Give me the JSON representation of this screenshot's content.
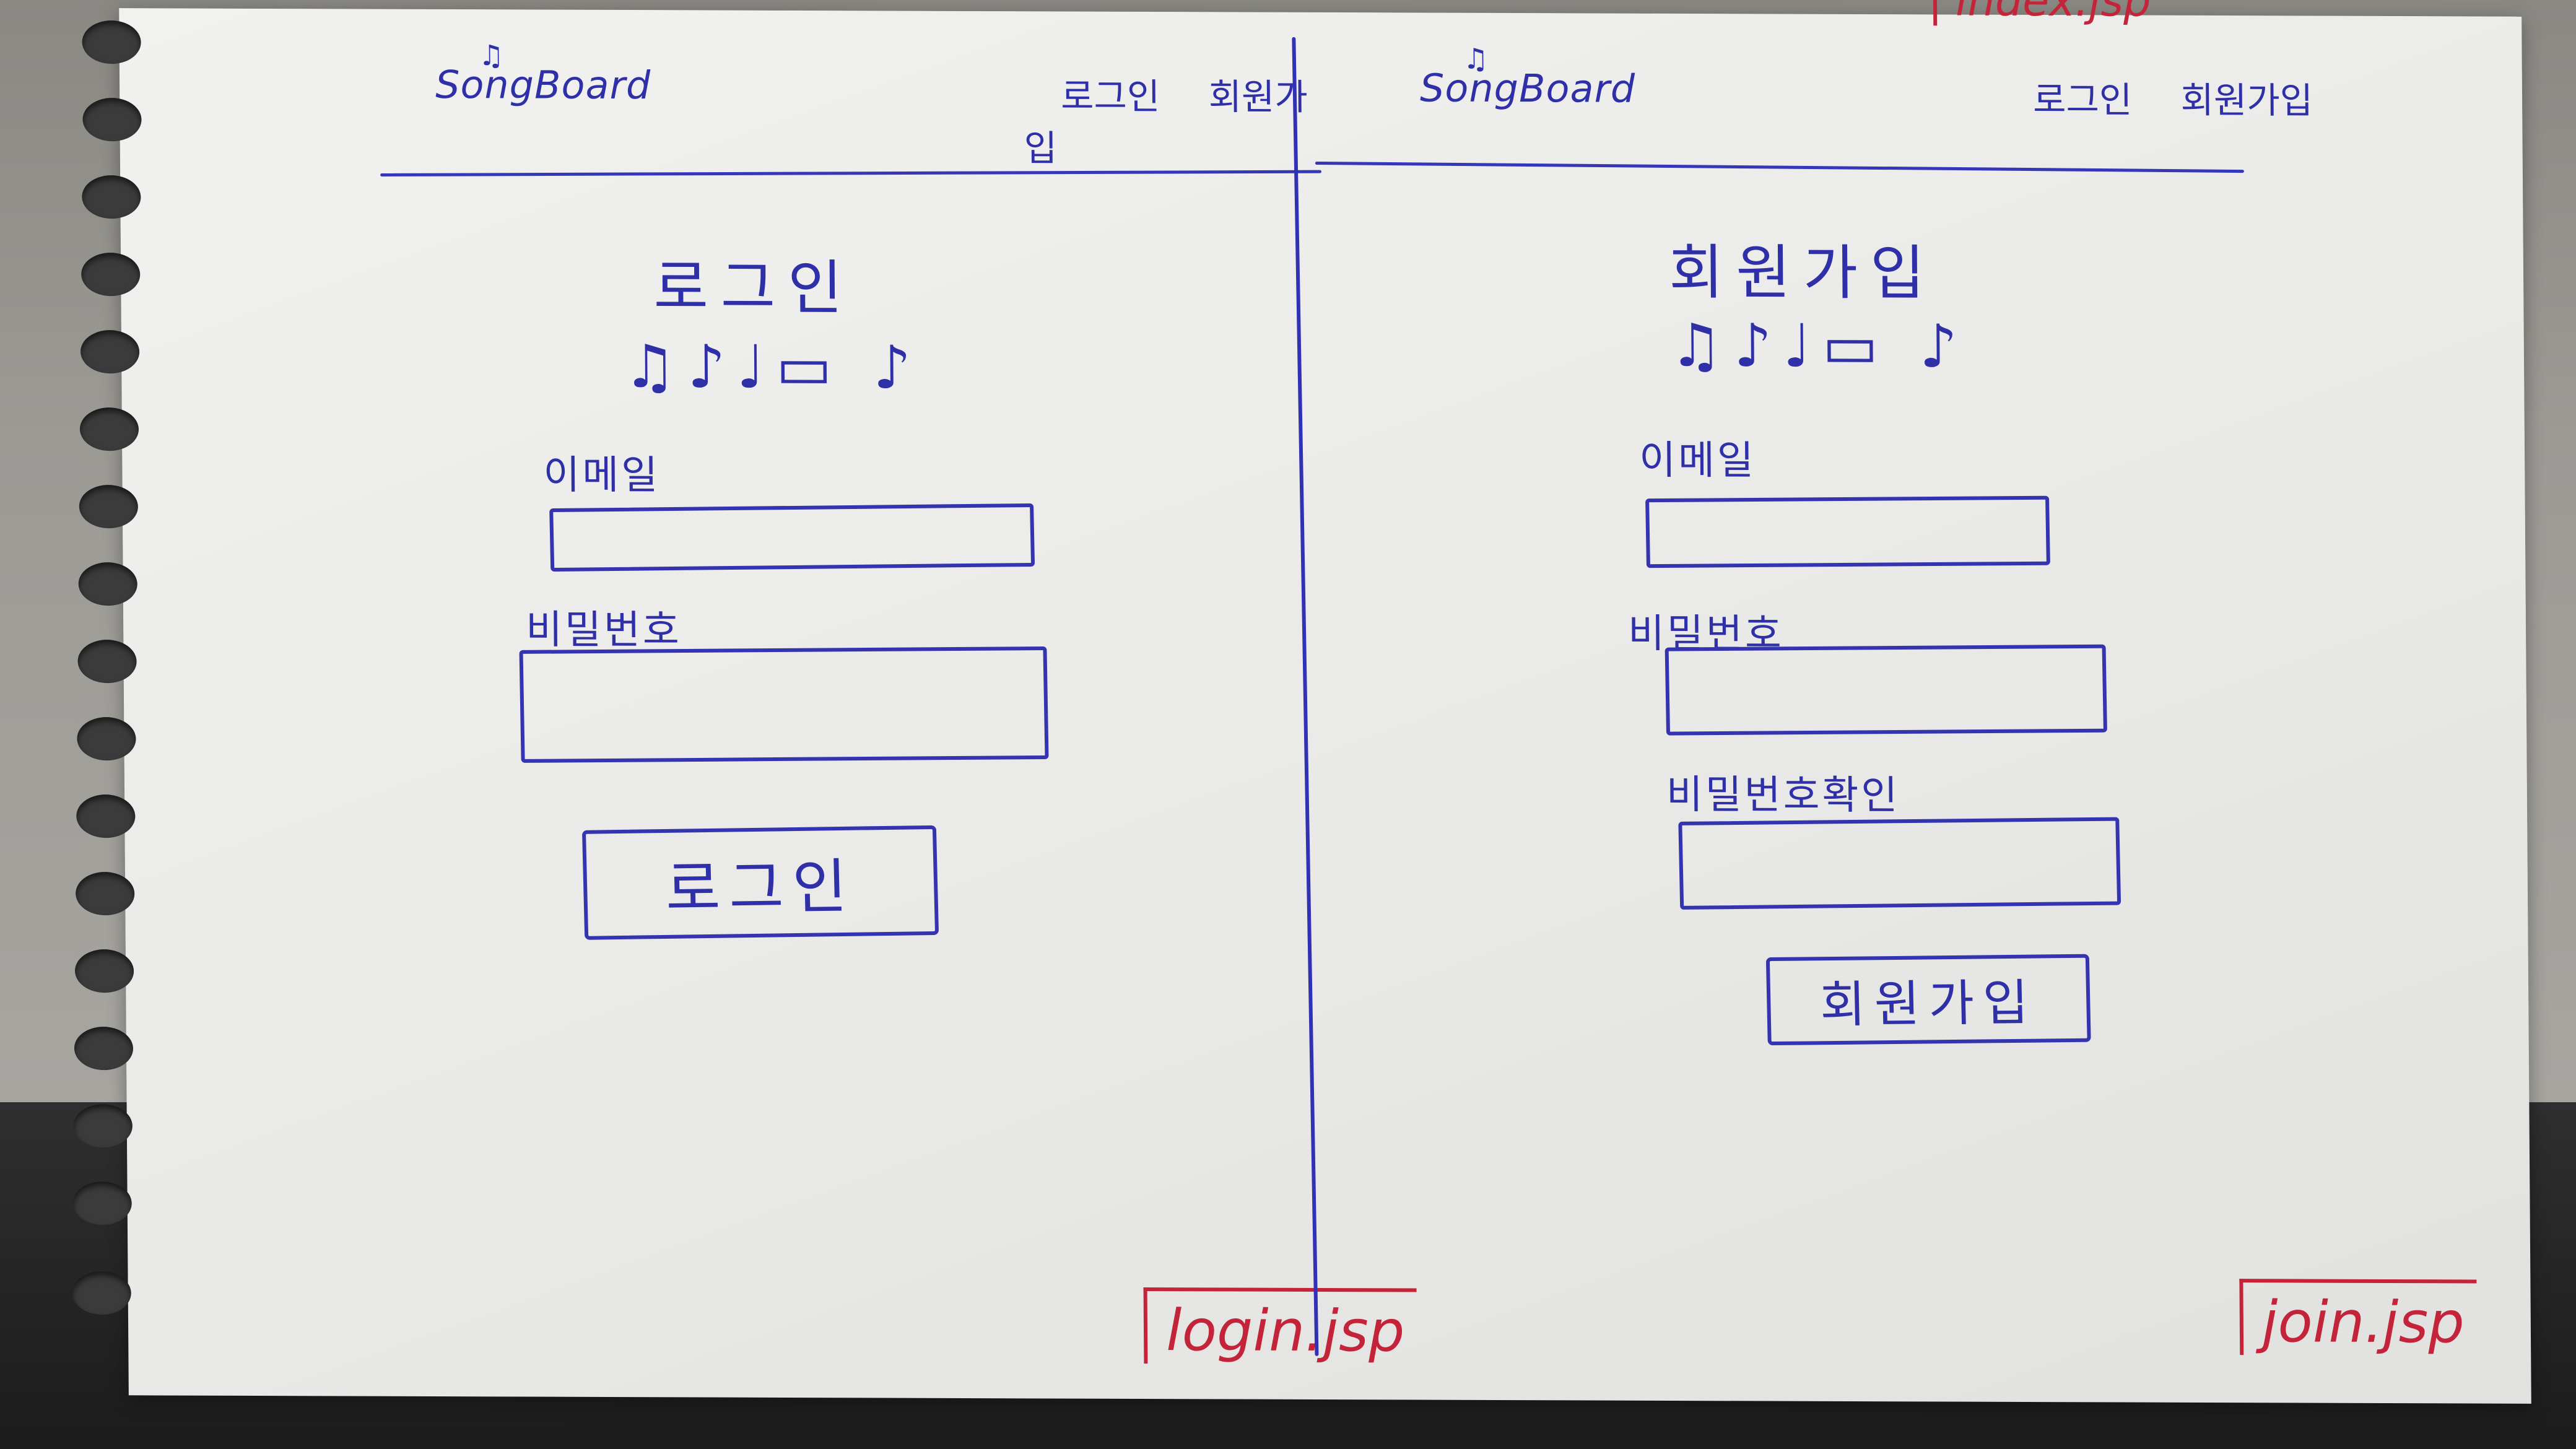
{
  "left_page": {
    "logo": "SongBoard",
    "logo_notes": "♫",
    "nav": [
      "로그인",
      "회원가입"
    ],
    "heading": "로그인",
    "icon_row": "♫♪♩▭ ♪",
    "email_label": "이메일",
    "password_label": "비밀번호",
    "login_button": "로그인",
    "file_tag": "login.jsp"
  },
  "right_page": {
    "logo": "SongBoard",
    "logo_notes": "♫",
    "nav": [
      "로그인",
      "회원가입"
    ],
    "heading": "회원가입",
    "icon_row": "♫♪♩▭ ♪",
    "email_label": "이메일",
    "password_label": "비밀번호",
    "password_confirm_label": "비밀번호확인",
    "signup_button": "회원가입",
    "file_tag": "join.jsp"
  },
  "top_corner_tag": "index.jsp",
  "colors": {
    "ink_blue": "#3434b0",
    "ink_red": "#c4243a",
    "paper": "#ececea"
  }
}
